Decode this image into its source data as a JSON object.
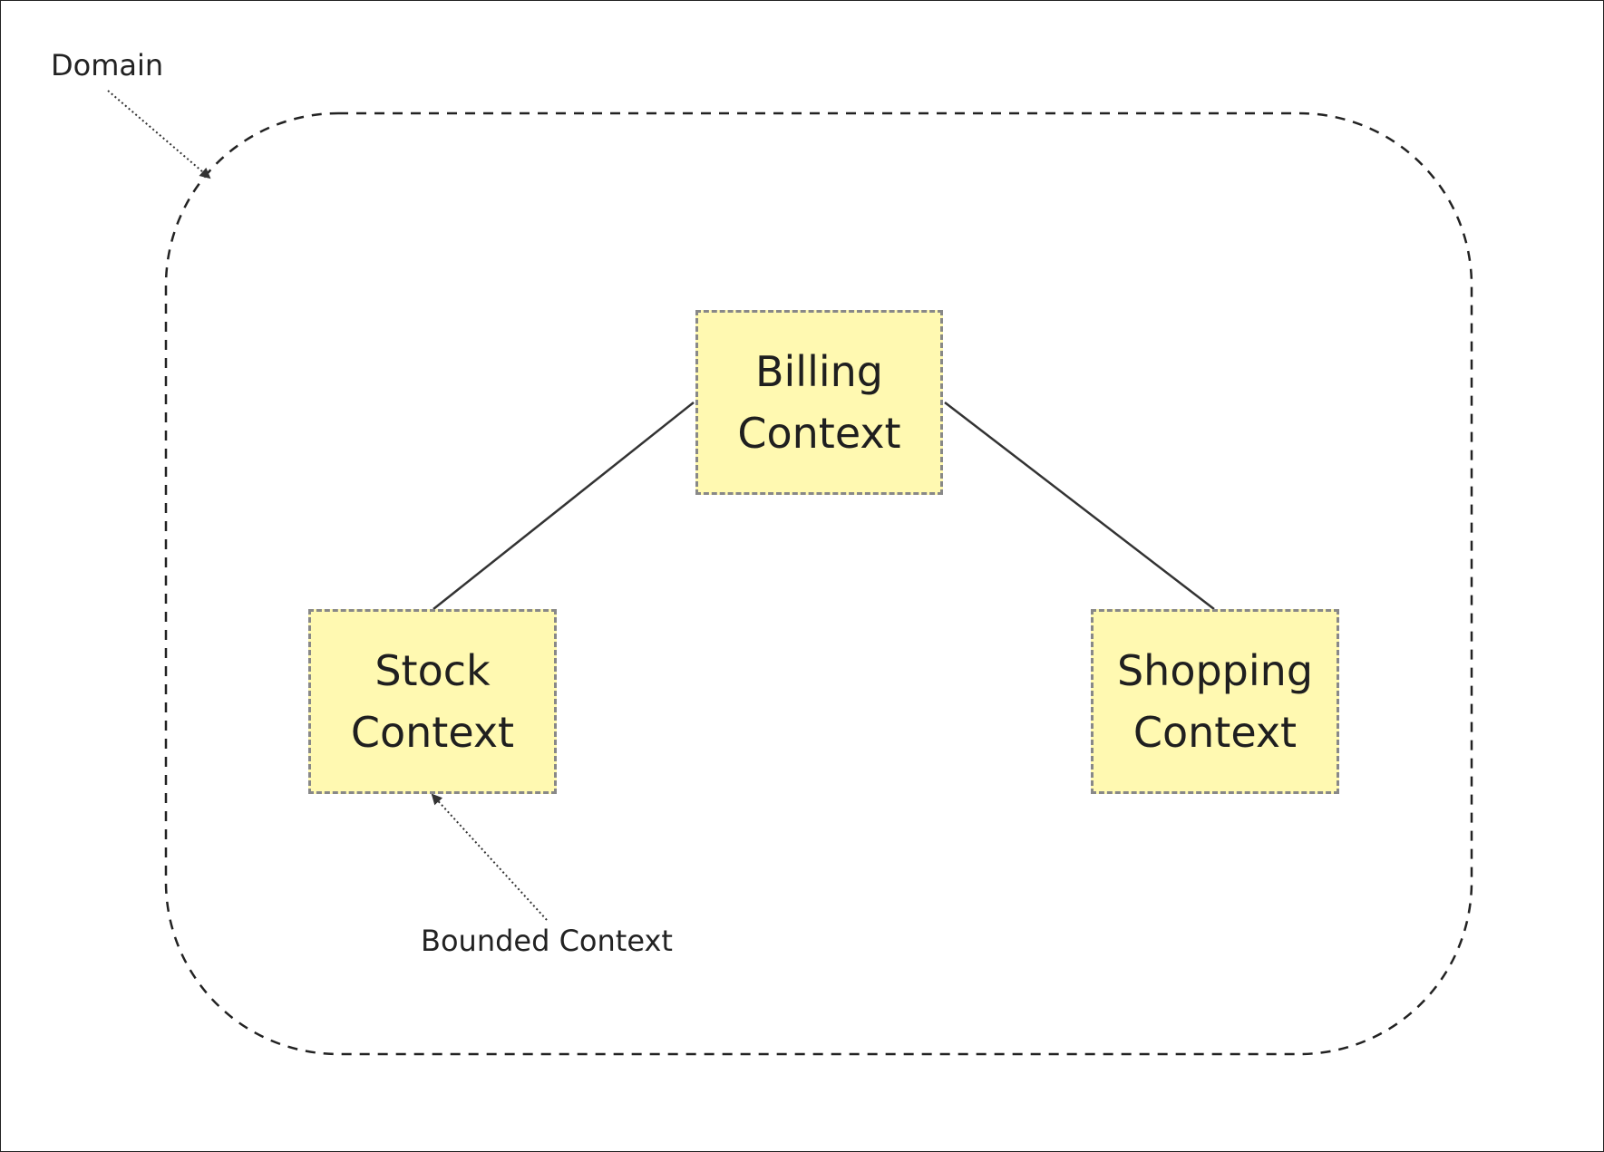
{
  "diagram": {
    "domain_label": "Domain",
    "bounded_context_label": "Bounded Context",
    "contexts": {
      "billing": {
        "line1": "Billing",
        "line2": "Context"
      },
      "stock": {
        "line1": "Stock",
        "line2": "Context"
      },
      "shopping": {
        "line1": "Shopping",
        "line2": "Context"
      }
    },
    "colors": {
      "sticky_fill": "#fff9b1",
      "sticky_border": "#888888",
      "line": "#333333",
      "text": "#1f1f1f"
    },
    "connections": [
      {
        "from": "billing",
        "to": "stock"
      },
      {
        "from": "billing",
        "to": "shopping"
      }
    ]
  }
}
